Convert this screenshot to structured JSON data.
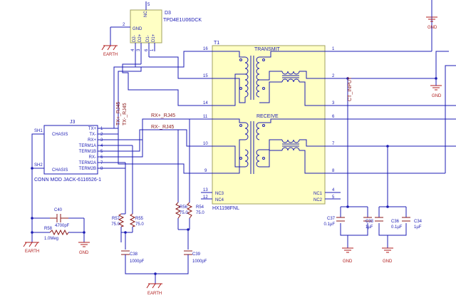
{
  "d3": {
    "ref": "D3",
    "part": "TPD4E1U06DCK",
    "pin_gnd": "GND",
    "pin_nc": "NC",
    "pins": [
      "D2-",
      "D2+",
      "D1-",
      "D1+"
    ],
    "num_gnd": "2",
    "num_nc": "5",
    "nums": [
      "4",
      "3",
      "6",
      "1"
    ]
  },
  "j3": {
    "ref": "J3",
    "part": "CONN MOD JACK-6116526-1",
    "left_pins": [
      {
        "net": "SH1",
        "label": "CHASIS"
      },
      {
        "net": "SH2",
        "label": "CHASIS"
      }
    ],
    "right_pins": [
      {
        "label": "TX+",
        "num": "1"
      },
      {
        "label": "TX-",
        "num": "2"
      },
      {
        "label": "RX+",
        "num": "3"
      },
      {
        "label": "TERM1A",
        "num": "4"
      },
      {
        "label": "TERM1B",
        "num": "5"
      },
      {
        "label": "RX-",
        "num": "6"
      },
      {
        "label": "TERM2A",
        "num": "7"
      },
      {
        "label": "TERM2B",
        "num": "8"
      }
    ]
  },
  "t1": {
    "ref": "T1",
    "part": "HX1198FNL",
    "section_tx": "TRANSMIT",
    "section_rx": "RECEIVE",
    "left_nums": [
      "16",
      "15",
      "14",
      "11",
      "10",
      "9",
      "13",
      "12"
    ],
    "nc_left": [
      "NC3",
      "NC4"
    ],
    "nc_right": [
      "NC1",
      "NC2"
    ],
    "nc_right_nums": [
      "4",
      "5"
    ],
    "right_nums": [
      "1",
      "2",
      "3",
      "6",
      "7",
      "8"
    ]
  },
  "nets": {
    "tx_p": "TX+_RJ45",
    "tx_n": "TX-_RJ45",
    "rx_p": "RX+_RJ45",
    "rx_n": "RX-_RJ45",
    "ct": "CT_INPUT"
  },
  "passives": {
    "c40": {
      "ref": "C40",
      "val": "4700pF"
    },
    "r58": {
      "ref": "R58",
      "val": "1.0Meg"
    },
    "r57": {
      "ref": "R57",
      "val": "75.0"
    },
    "r55": {
      "ref": "R55",
      "val": "75.0"
    },
    "r56": {
      "ref": "R56",
      "val": "75.0"
    },
    "r54": {
      "ref": "R54",
      "val": "75.0"
    },
    "c38": {
      "ref": "C38",
      "val": "1000pF"
    },
    "c39": {
      "ref": "C39",
      "val": "1000pF"
    },
    "c37": {
      "ref": "C37",
      "val": "0.1µF"
    },
    "c33": {
      "ref": "C33",
      "val": "1µF"
    },
    "c36": {
      "ref": "C36",
      "val": "0.1µF"
    },
    "c34": {
      "ref": "C34",
      "val": "1µF"
    }
  },
  "power": {
    "earth": "EARTH",
    "gnd": "GND"
  },
  "colors": {
    "wire": "#1c1cb4",
    "label": "#8b1a1a",
    "component": "#8b1a1a",
    "body": "#ffffc4",
    "body_stroke": "#a0a060",
    "text": "#1c1cb4",
    "ground": "#b01c1c"
  }
}
